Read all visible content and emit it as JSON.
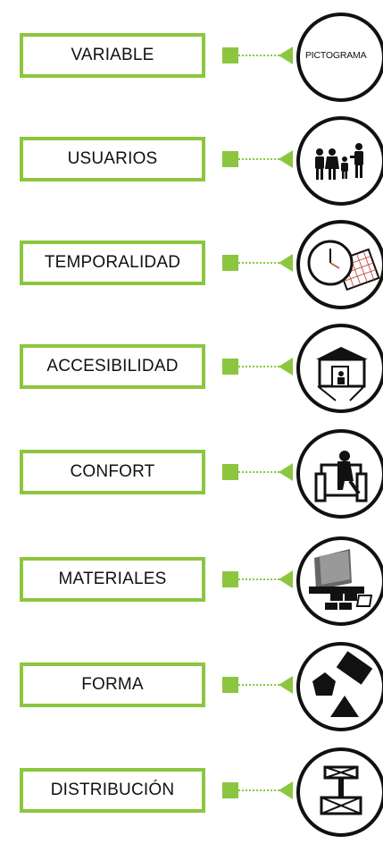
{
  "rows": [
    {
      "label": "VARIABLE",
      "pictogram": "pictograma-text",
      "pictogram_text": "PICTOGRAMA"
    },
    {
      "label": "USUARIOS",
      "pictogram": "people-icon"
    },
    {
      "label": "TEMPORALIDAD",
      "pictogram": "clock-calendar-icon"
    },
    {
      "label": "ACCESIBILIDAD",
      "pictogram": "house-access-icon"
    },
    {
      "label": "CONFORT",
      "pictogram": "armchair-person-icon"
    },
    {
      "label": "MATERIALES",
      "pictogram": "materials-icon"
    },
    {
      "label": "FORMA",
      "pictogram": "shapes-icon"
    },
    {
      "label": "DISTRIBUCIÓN",
      "pictogram": "distribution-icon"
    }
  ],
  "colors": {
    "accent": "#8cc63f",
    "ink": "#111111"
  }
}
